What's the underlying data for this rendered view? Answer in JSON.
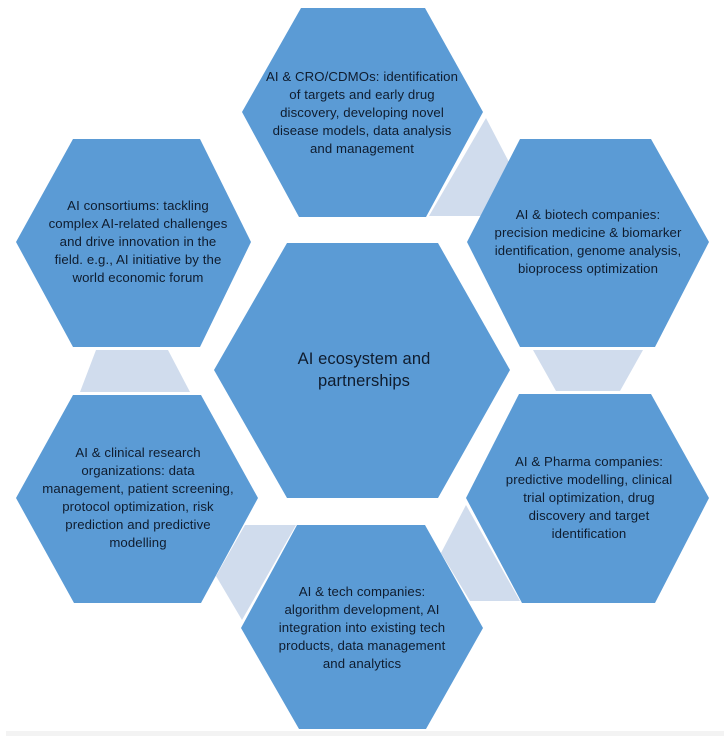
{
  "diagram": {
    "type": "hexagon-cluster",
    "colors": {
      "hexagon_fill": "#5b9bd5",
      "connector_fill": "#d0dced",
      "text": "#0f1c2e",
      "background": "#ffffff"
    },
    "center": {
      "id": "center",
      "text": "AI ecosystem and partnerships"
    },
    "nodes": [
      {
        "id": "top",
        "position": "top",
        "text": "AI & CRO/CDMOs: identification of targets and early drug discovery, developing novel disease models, data analysis and management"
      },
      {
        "id": "upper-right",
        "position": "upper-right",
        "text": "AI & biotech companies: precision medicine & biomarker identification, genome analysis, bioprocess optimization"
      },
      {
        "id": "lower-right",
        "position": "lower-right",
        "text": "AI & Pharma companies: predictive modelling, clinical trial optimization, drug discovery and target identification"
      },
      {
        "id": "bottom",
        "position": "bottom",
        "text": "AI & tech companies: algorithm development, AI integration into existing tech products, data management and analytics"
      },
      {
        "id": "lower-left",
        "position": "lower-left",
        "text": "AI & clinical research organizations: data management, patient screening, protocol optimization, risk prediction and predictive modelling"
      },
      {
        "id": "upper-left",
        "position": "upper-left",
        "text": "AI consortiums: tackling complex AI-related challenges and drive innovation in the field. e.g., AI initiative by the world economic forum"
      }
    ],
    "connectors": [
      {
        "between": [
          "top",
          "upper-right"
        ]
      },
      {
        "between": [
          "upper-right",
          "lower-right"
        ]
      },
      {
        "between": [
          "lower-right",
          "bottom"
        ]
      },
      {
        "between": [
          "bottom",
          "lower-left"
        ]
      },
      {
        "between": [
          "upper-left",
          "lower-left"
        ]
      }
    ]
  }
}
